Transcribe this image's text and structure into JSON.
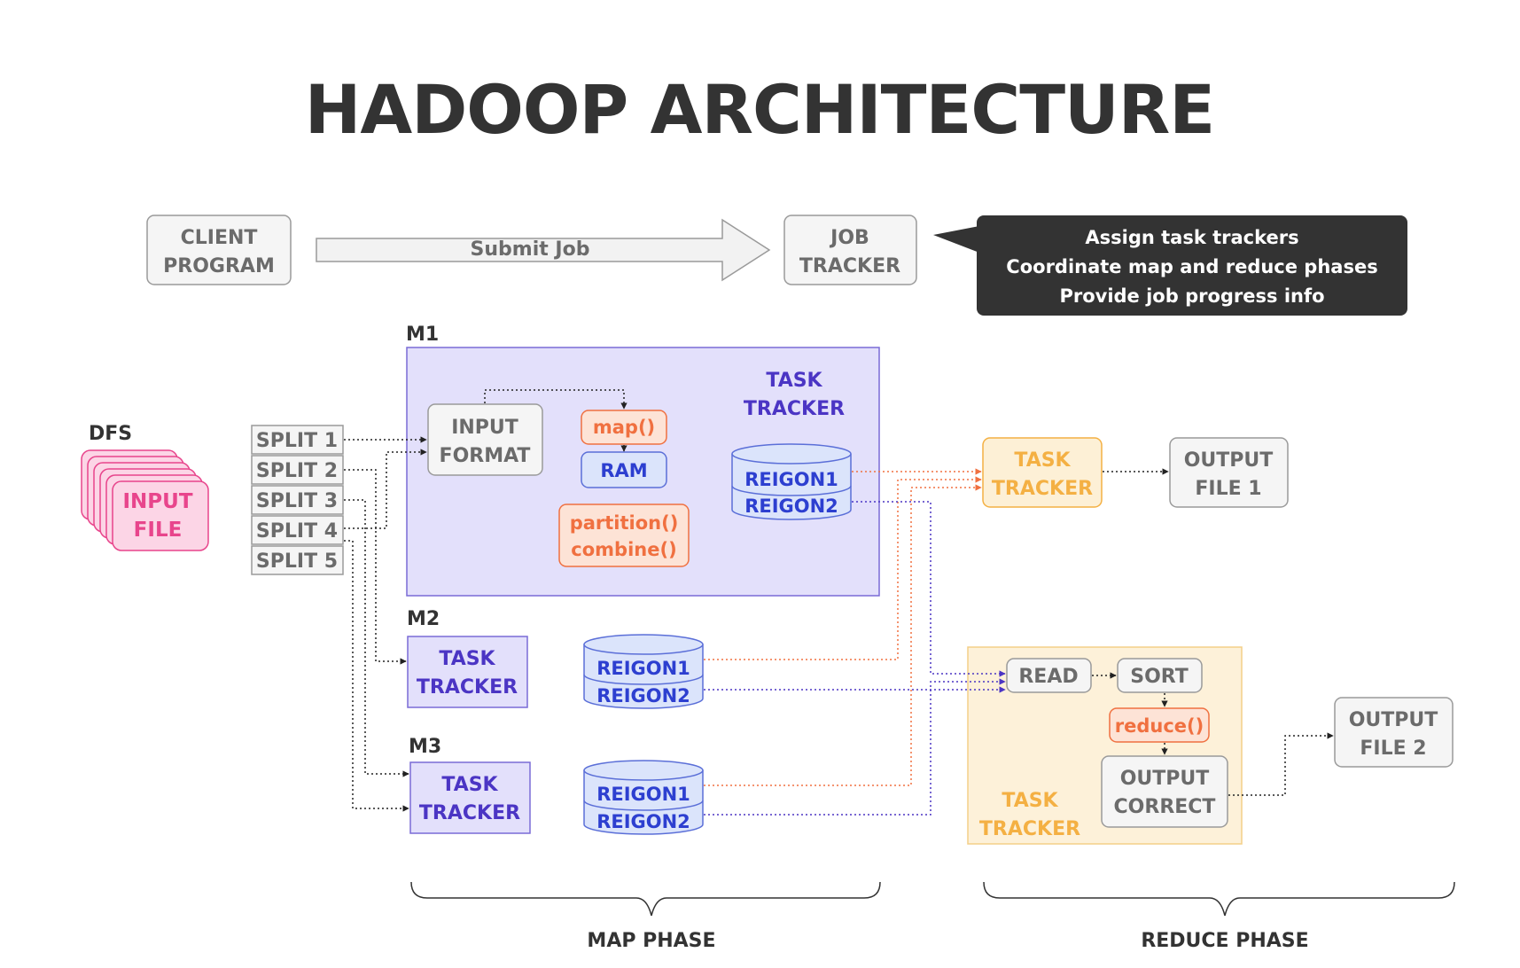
{
  "title": "HADOOP ARCHITECTURE",
  "client": {
    "line1": "CLIENT",
    "line2": "PROGRAM"
  },
  "submit_job": "Submit Job",
  "job_tracker": {
    "line1": "JOB",
    "line2": "TRACKER"
  },
  "job_tracker_notes": [
    "Assign task trackers",
    "Coordinate map and reduce phases",
    "Provide job progress info"
  ],
  "dfs": {
    "label": "DFS",
    "file_line1": "INPUT",
    "file_line2": "FILE"
  },
  "splits": [
    "SPLIT 1",
    "SPLIT 2",
    "SPLIT 3",
    "SPLIT 4",
    "SPLIT 5"
  ],
  "m1": {
    "label": "M1",
    "input_format": {
      "line1": "INPUT",
      "line2": "FORMAT"
    },
    "map": "map()",
    "ram": "RAM",
    "partition": "partition()",
    "combine": "combine()",
    "task_tracker": {
      "line1": "TASK",
      "line2": "TRACKER"
    },
    "region1": "REIGON1",
    "region2": "REIGON2"
  },
  "m2": {
    "label": "M2",
    "task_tracker": {
      "line1": "TASK",
      "line2": "TRACKER"
    },
    "region1": "REIGON1",
    "region2": "REIGON2"
  },
  "m3": {
    "label": "M3",
    "task_tracker": {
      "line1": "TASK",
      "line2": "TRACKER"
    },
    "region1": "REIGON1",
    "region2": "REIGON2"
  },
  "reduce_tracker_1": {
    "line1": "TASK",
    "line2": "TRACKER"
  },
  "output_file_1": {
    "line1": "OUTPUT",
    "line2": "FILE 1"
  },
  "reduce_box": {
    "read": "READ",
    "sort": "SORT",
    "reduce": "reduce()",
    "output_correct": {
      "line1": "OUTPUT",
      "line2": "CORRECT"
    },
    "task_tracker": {
      "line1": "TASK",
      "line2": "TRACKER"
    }
  },
  "output_file_2": {
    "line1": "OUTPUT",
    "line2": "FILE 2"
  },
  "phases": {
    "map": "MAP PHASE",
    "reduce": "REDUCE PHASE"
  },
  "colors": {
    "orange": "#f07040",
    "blue": "#4b35c4",
    "yellow": "#f4b043",
    "pink": "#e8458c",
    "dark": "#333333",
    "gray": "#6b6b6b"
  }
}
